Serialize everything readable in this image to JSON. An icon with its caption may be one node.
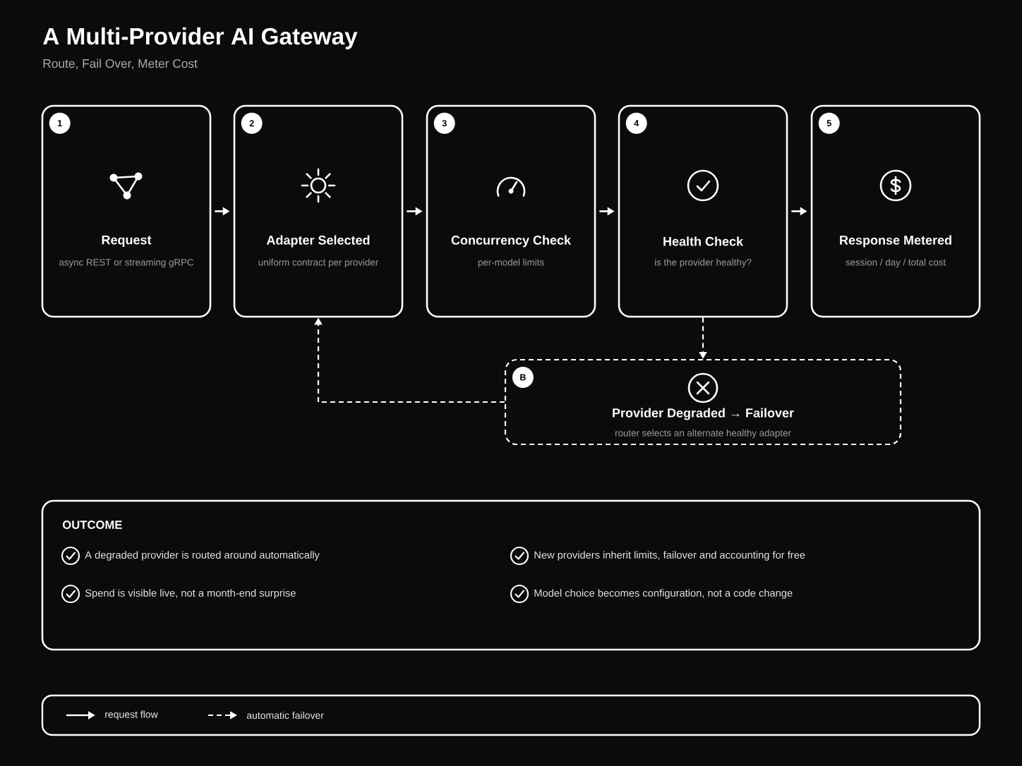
{
  "diagram": {
    "title": "A Multi-Provider AI Gateway",
    "nodes": [
      {
        "text": [
          "Request",
          "async REST or streaming gRPC"
        ]
      },
      {
        "text": [
          "1"
        ],
        "in": 0
      },
      {
        "text": [
          "Adapter Selected",
          "uniform contract per provider"
        ]
      },
      {
        "text": [
          "2"
        ],
        "in": 2
      },
      {
        "text": [
          "Concurrency Check",
          "per-model limits"
        ]
      },
      {
        "text": [
          "3"
        ],
        "in": 4
      },
      {
        "text": [
          "Health Check",
          "is the provider healthy?"
        ]
      },
      {
        "text": [
          "4"
        ],
        "in": 6
      },
      {
        "text": [
          "Response Metered",
          "session / day / total cost"
        ]
      },
      {
        "text": [
          "5"
        ],
        "in": 8
      },
      {
        "text": [
          "Provider Degraded → Failover",
          "router selects an alternate healthy adapter"
        ]
      },
      {
        "text": [
          "B"
        ],
        "in": 10
      },
      {
        "text": [
          "OUTCOME",
          "A degraded provider is routed around automatically",
          "New providers inherit limits, failover and accounting for free",
          "Spend is visible live, not a month-end surprise",
          "Model choice becomes configuration, not a code change"
        ]
      }
    ],
    "edges": [
      {
        "from": 0,
        "to": 2,
        "arrow": "to"
      },
      {
        "from": 2,
        "to": 4,
        "arrow": "to"
      },
      {
        "from": 4,
        "to": 6,
        "arrow": "to"
      },
      {
        "from": 6,
        "to": 8,
        "arrow": "to"
      },
      {
        "from": 6,
        "to": 10,
        "arrow": "to",
        "style": "dashed"
      },
      {
        "from": 10,
        "to": 2,
        "arrow": "to",
        "style": "dashed"
      }
    ],
    "labels": [
      "Route, Fail Over, Meter Cost"
    ],
    "legend": [
      {
        "text": "request flow"
      },
      {
        "text": "automatic failover"
      }
    ]
  }
}
